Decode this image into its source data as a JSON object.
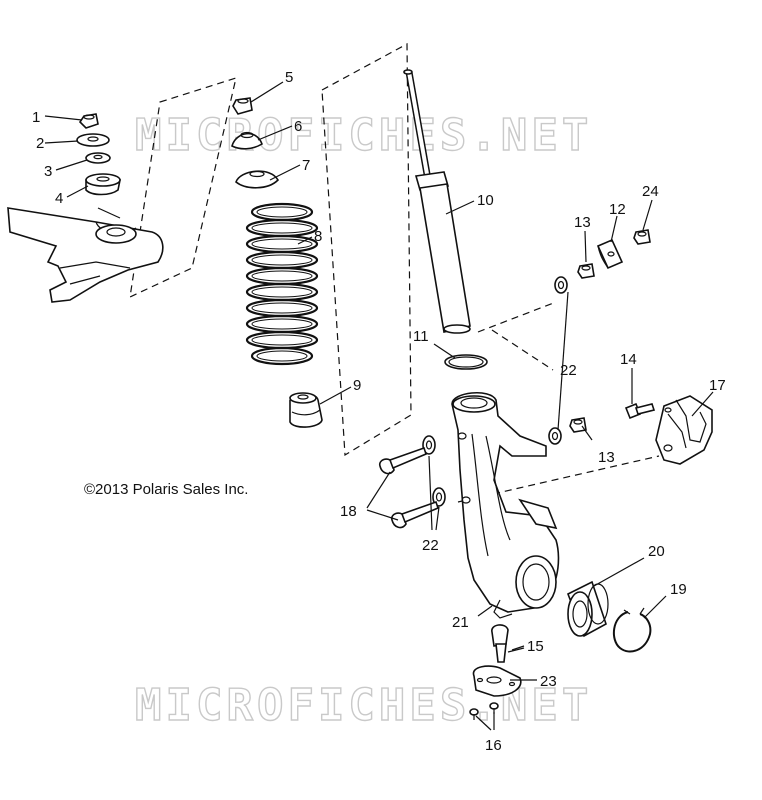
{
  "watermark": {
    "top": "MICROFICHES.NET",
    "bottom": "MICROFICHES.NET"
  },
  "copyright": "©2013 Polaris Sales Inc.",
  "callouts": {
    "c1": "1",
    "c2": "2",
    "c3": "3",
    "c4": "4",
    "c5": "5",
    "c6": "6",
    "c7": "7",
    "c8": "8",
    "c9": "9",
    "c10": "10",
    "c11": "11",
    "c12": "12",
    "c13a": "13",
    "c13b": "13",
    "c14": "14",
    "c15": "15",
    "c16": "16",
    "c17": "17",
    "c18": "18",
    "c19": "19",
    "c20": "20",
    "c21": "21",
    "c22a": "22",
    "c22b": "22",
    "c23": "23",
    "c24": "24"
  }
}
